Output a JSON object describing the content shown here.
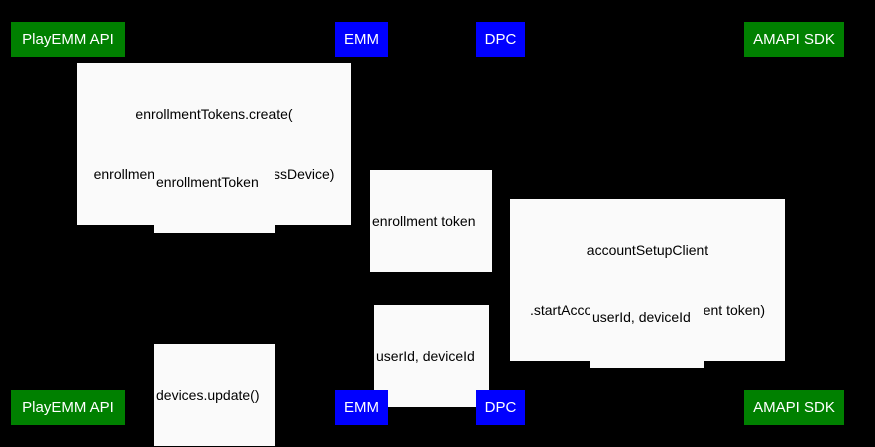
{
  "diagram": {
    "type": "sequence-diagram",
    "background_color": "#000000",
    "participant_colors": {
      "green": "#008000",
      "blue": "#0000ff",
      "label_text": "#ffffff",
      "message_background": "#fafafa",
      "message_text": "#000000"
    },
    "participants": [
      {
        "id": "playemm-api",
        "label": "PlayEMM API",
        "color": "green"
      },
      {
        "id": "emm",
        "label": "EMM",
        "color": "blue"
      },
      {
        "id": "dpc",
        "label": "DPC",
        "color": "blue"
      },
      {
        "id": "amapi-sdk",
        "label": "AMAPI SDK",
        "color": "green"
      }
    ],
    "participants_bottom": [
      {
        "id": "playemm-api",
        "label": "PlayEMM API",
        "color": "green"
      },
      {
        "id": "emm",
        "label": "EMM",
        "color": "blue"
      },
      {
        "id": "dpc",
        "label": "DPC",
        "color": "blue"
      },
      {
        "id": "amapi-sdk",
        "label": "AMAPI SDK",
        "color": "green"
      }
    ],
    "messages": [
      {
        "id": "msg-enrollment-tokens-create",
        "from": "emm",
        "to": "playemm-api",
        "line1": "enrollmentTokens.create(",
        "line2": "enrollmentTokenType=userlessDevice)"
      },
      {
        "id": "msg-enrollment-token-response",
        "from": "playemm-api",
        "to": "emm",
        "line1": "enrollmentToken"
      },
      {
        "id": "msg-enrollment-token-to-dpc",
        "from": "emm",
        "to": "dpc",
        "line1": "enrollment token"
      },
      {
        "id": "msg-start-account-setup",
        "from": "dpc",
        "to": "amapi-sdk",
        "line1": "accountSetupClient",
        "line2": ".startAccountSetup(entrollment token)"
      },
      {
        "id": "msg-userid-deviceid-from-sdk",
        "from": "amapi-sdk",
        "to": "dpc",
        "line1": "userId, deviceId"
      },
      {
        "id": "msg-userid-deviceid-to-emm",
        "from": "dpc",
        "to": "emm",
        "line1": "userId, deviceId"
      },
      {
        "id": "msg-devices-update",
        "from": "emm",
        "to": "playemm-api",
        "line1": "devices.update()"
      }
    ]
  }
}
